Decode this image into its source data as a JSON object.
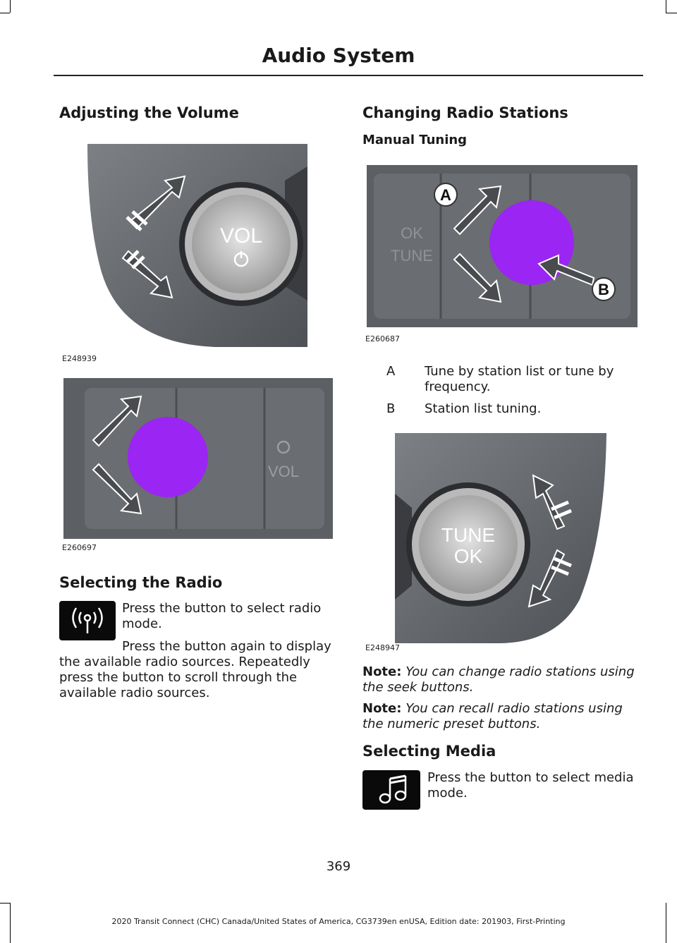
{
  "header": {
    "title": "Audio System"
  },
  "left": {
    "volume_heading": "Adjusting the Volume",
    "fig1_code": "E248939",
    "fig1_knob_label": "VOL",
    "fig2_code": "E260697",
    "fig2_label": "VOL",
    "radio_heading": "Selecting the Radio",
    "radio_p1": "Press the button to select radio mode.",
    "radio_p2a": "Press the button again to display",
    "radio_p2b": "the available radio sources.  Repeatedly press the button to scroll through the available radio sources."
  },
  "right": {
    "changing_heading": "Changing Radio Stations",
    "manual_heading": "Manual Tuning",
    "fig3_code": "E260687",
    "fig3_ok": "OK",
    "fig3_tune": "TUNE",
    "callout_a": "A",
    "callout_b": "B",
    "list": [
      {
        "key": "A",
        "text": "Tune by station list or tune by frequency."
      },
      {
        "key": "B",
        "text": "Station list tuning."
      }
    ],
    "fig4_code": "E248947",
    "fig4_tune": "TUNE",
    "fig4_ok": "OK",
    "note1_label": "Note:",
    "note1_text": "You can change radio stations using the seek buttons.",
    "note2_label": "Note:",
    "note2_text": "You can recall radio stations using the numeric preset buttons.",
    "media_heading": "Selecting Media",
    "media_p": "Press the button to select media mode."
  },
  "footer": {
    "page_number": "369",
    "info": "2020 Transit Connect (CHC) Canada/United States of America, CG3739en enUSA, Edition date: 201903, First-Printing"
  },
  "colors": {
    "highlight": "#9b25f2",
    "panel": "#6b6e72",
    "arrow": "#4a4b4e"
  }
}
